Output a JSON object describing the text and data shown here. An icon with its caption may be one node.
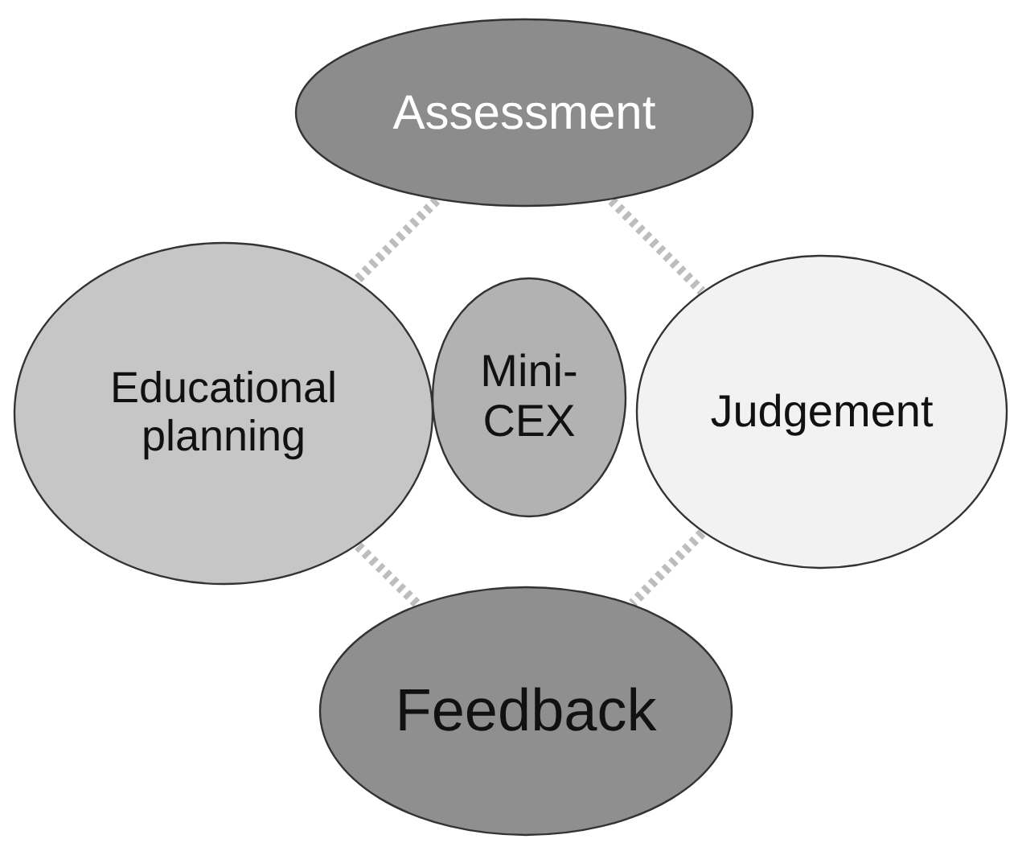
{
  "diagram": {
    "nodes": [
      {
        "text": [
          "Assessment"
        ]
      },
      {
        "text": [
          "Educational planning"
        ]
      },
      {
        "text": [
          "Mini-CEX"
        ]
      },
      {
        "text": [
          "Judgement"
        ]
      },
      {
        "text": [
          "Feedback"
        ]
      }
    ],
    "edges": [
      {
        "from": 0,
        "to": 1,
        "arrow": "none",
        "style": "dashed"
      },
      {
        "from": 0,
        "to": 3,
        "arrow": "none",
        "style": "dashed"
      },
      {
        "from": 1,
        "to": 4,
        "arrow": "none",
        "style": "dashed"
      },
      {
        "from": 3,
        "to": 4,
        "arrow": "none",
        "style": "dashed"
      }
    ]
  }
}
